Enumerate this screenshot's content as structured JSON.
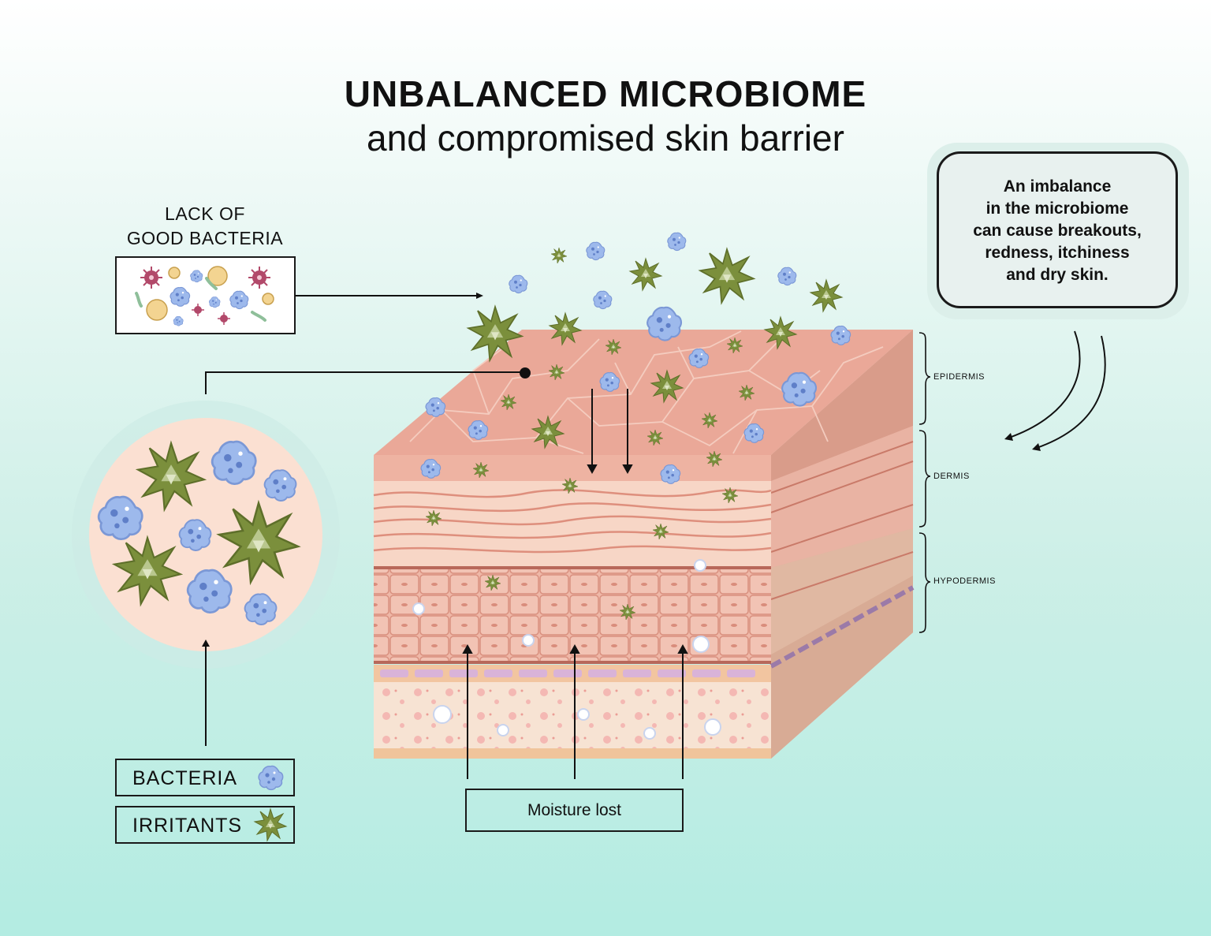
{
  "title": {
    "main": "UNBALANCED MICROBIOME",
    "sub": "and compromised skin barrier"
  },
  "good_bacteria_label": [
    "LACK OF",
    "GOOD BACTERIA"
  ],
  "callout": [
    "An imbalance",
    "in the microbiome",
    "can cause breakouts,",
    "redness, itchiness",
    "and dry skin."
  ],
  "layers": {
    "epidermis": "EPIDERMIS",
    "dermis": "DERMIS",
    "hypodermis": "HYPODERMIS"
  },
  "legend": {
    "bacteria": "BACTERIA",
    "irritants": "IRRITANTS"
  },
  "moisture_label": "Moisture lost",
  "icons": {
    "bacteria": "blue-bacteria-icon",
    "irritant": "green-spiky-irritant-icon",
    "good_bacteria": "mixed-microbe-icon"
  },
  "colors": {
    "bacteria_blue": "#9db9ec",
    "irritant_green": "#7b8f3c",
    "skin_top": "#e9ad9c",
    "skin_dark": "#d98d7c",
    "fat": "#f6e0cf",
    "background_top": "#ffffff",
    "background_bottom": "#b3ece2"
  }
}
